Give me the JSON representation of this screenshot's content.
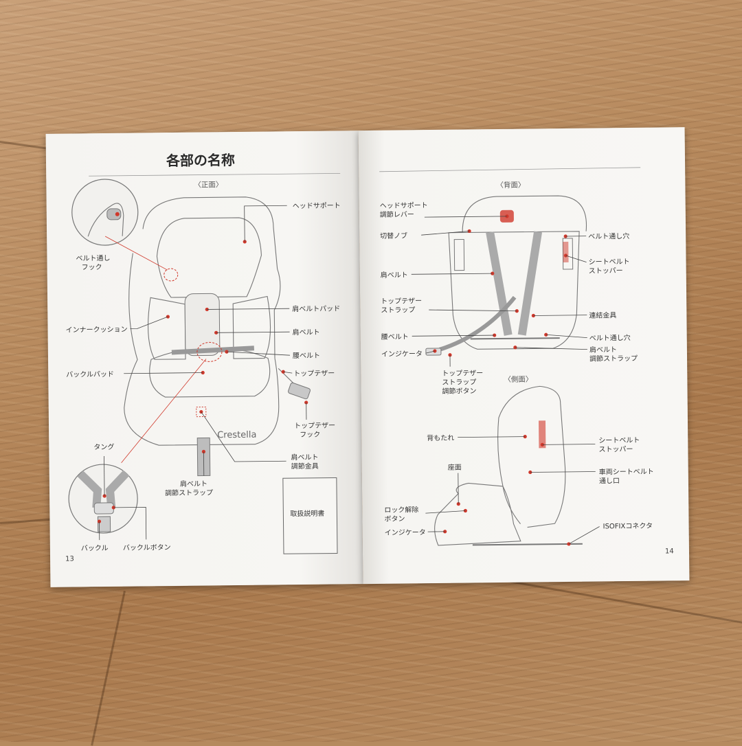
{
  "colors": {
    "accent": "#d0382b",
    "paper": "#f7f6f3",
    "floor": "#b58a5e"
  },
  "left_page": {
    "title": "各部の名称",
    "section": "〈正面〉",
    "page_number": "13",
    "labels": {
      "belt_hook": [
        "ベルト通し",
        "フック"
      ],
      "head_support": "ヘッドサポート",
      "shoulder_pad": "肩ベルトパッド",
      "inner_cushion": "インナークッション",
      "shoulder_belt": "肩ベルト",
      "lap_belt": "腰ベルト",
      "buckle_pad": "バックルパッド",
      "top_tether": "トップテザー",
      "top_tether_hook": [
        "トップテザー",
        "フック"
      ],
      "tongue": "タング",
      "adjust_fitting": [
        "肩ベルト",
        "調節金具"
      ],
      "adjust_strap": [
        "肩ベルト",
        "調節ストラップ"
      ],
      "buckle": "バックル",
      "buckle_button": "バックルボタン",
      "manual": "取扱説明書",
      "brand": "Crestella"
    }
  },
  "right_page": {
    "section_back": "〈背面〉",
    "section_side": "〈側面〉",
    "page_number": "14",
    "back_labels": {
      "head_support_lever": [
        "ヘッドサポート",
        "調節レバー"
      ],
      "switch_knob": "切替ノブ",
      "shoulder_belt": "肩ベルト",
      "top_tether_strap": [
        "トップテザー",
        "ストラップ"
      ],
      "lap_belt": "腰ベルト",
      "indicator": "インジケータ",
      "tether_adjust_button": [
        "トップテザー",
        "ストラップ",
        "調節ボタン"
      ],
      "belt_hole_top": "ベルト通し穴",
      "seatbelt_stopper": [
        "シートベルト",
        "ストッパー"
      ],
      "connector": "連結金具",
      "belt_hole_bottom": "ベルト通し穴",
      "shoulder_adjust_strap": [
        "肩ベルト",
        "調節ストラップ"
      ]
    },
    "side_labels": {
      "backrest": "背もたれ",
      "seat": "座面",
      "lock_release": [
        "ロック解除",
        "ボタン"
      ],
      "indicator": "インジケータ",
      "seatbelt_stopper": [
        "シートベルト",
        "ストッパー"
      ],
      "vehicle_belt_guide": [
        "車両シートベルト",
        "通し口"
      ],
      "isofix": "ISOFIXコネクタ"
    }
  }
}
